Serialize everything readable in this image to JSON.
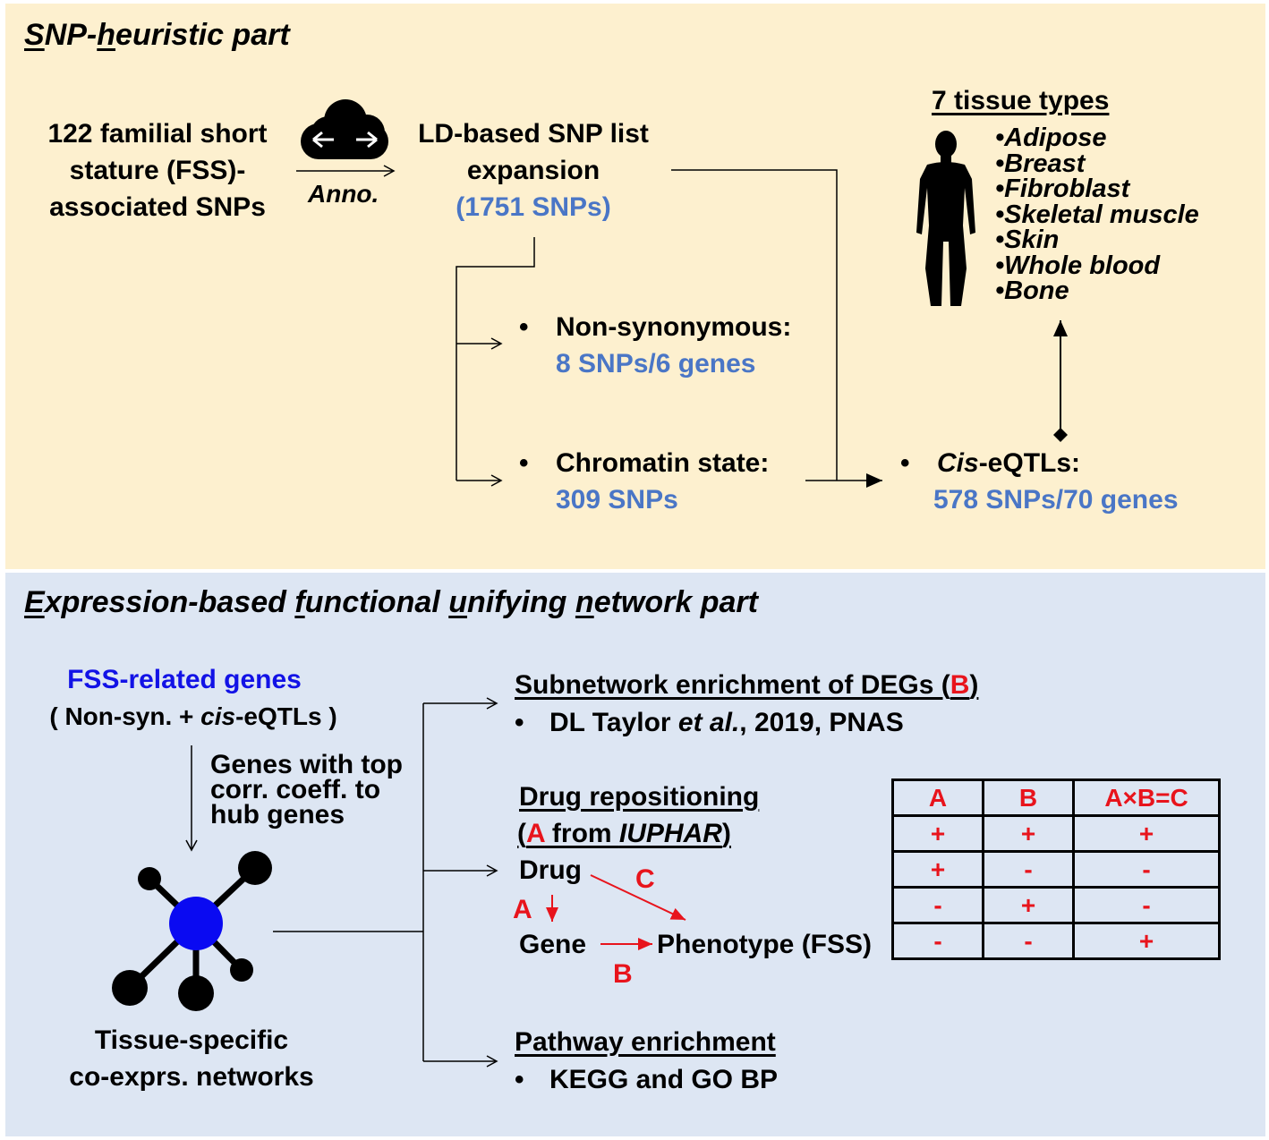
{
  "top": {
    "title_parts": [
      "S",
      "NP-",
      "h",
      "euristic part"
    ],
    "input_lines": [
      "122 familial short",
      "stature (FSS)-",
      "associated SNPs"
    ],
    "anno_label": "Anno.",
    "ld_lines": [
      "LD-based SNP list",
      "expansion"
    ],
    "ld_count": "(1751 SNPs)",
    "nonsyn_label": "Non-synonymous:",
    "nonsyn_count": "8 SNPs/6 genes",
    "chromatin_label": "Chromatin state:",
    "chromatin_count": "309 SNPs",
    "eqtl_label_italic": "Cis",
    "eqtl_label_rest": "-eQTLs:",
    "eqtl_count": "578 SNPs/70 genes",
    "tissue_heading": "7 tissue types",
    "tissues": [
      "•Adipose",
      "•Breast",
      "•Fibroblast",
      "•Skeletal muscle",
      "•Skin",
      "•Whole blood",
      "•Bone"
    ],
    "bullet": "•"
  },
  "bottom": {
    "title_parts": [
      "E",
      "xpression-based ",
      "f",
      "unctional ",
      "u",
      "nifying ",
      "n",
      "etwork part"
    ],
    "fss_genes": "FSS-related genes",
    "fss_sub_open": "( Non-syn. + ",
    "fss_sub_italic": "cis",
    "fss_sub_close": "-eQTLs )",
    "top_corr_lines": [
      "Genes with top",
      "corr. coeff. to",
      "hub genes"
    ],
    "network_lines": [
      "Tissue-specific",
      "co-exprs. networks"
    ],
    "subnet_title": "Subnetwork enrichment of DEGs (",
    "subnet_B": "B",
    "subnet_close": ")",
    "subnet_ref_a": "DL Taylor ",
    "subnet_ref_i": "et al.",
    "subnet_ref_b": ", 2019, PNAS",
    "drug_title": "Drug repositioning",
    "drug_sub_open": "(",
    "drug_sub_A": "A",
    "drug_sub_from": " from ",
    "drug_sub_iuphar": "IUPHAR",
    "drug_sub_close": ")",
    "drug": "Drug",
    "gene": "Gene",
    "phenotype": "Phenotype (FSS)",
    "letter_a": "A",
    "letter_b": "B",
    "letter_c": "C",
    "pathway_title": "Pathway enrichment",
    "pathway_item": "KEGG and GO BP",
    "bullet": "•",
    "table": {
      "headers": [
        "A",
        "B",
        "A×B=C"
      ],
      "rows": [
        [
          "+",
          "+",
          "+"
        ],
        [
          "+",
          "-",
          "-"
        ],
        [
          "-",
          "+",
          "-"
        ],
        [
          "-",
          "-",
          "+"
        ]
      ]
    }
  }
}
